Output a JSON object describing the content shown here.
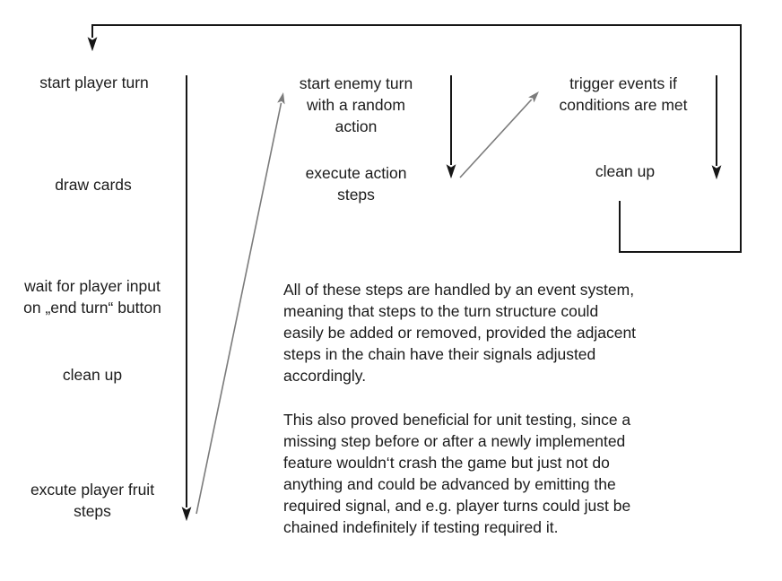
{
  "flow": {
    "left_column": {
      "start_player_turn": "start player turn",
      "draw_cards": "draw cards",
      "wait_for_input": "wait for player input\non „end turn“ button",
      "clean_up": "clean up",
      "execute_fruit_steps": "excute player fruit\nsteps"
    },
    "middle_column": {
      "start_enemy_turn": "start enemy turn\nwith a random\naction",
      "execute_action_steps": "execute action\nsteps"
    },
    "right_column": {
      "trigger_events": "trigger events if\nconditions are met",
      "clean_up": "clean up"
    }
  },
  "notes": {
    "paragraph_event_system": "All of these steps are handled by an event system,\nmeaning that steps to the turn structure could\neasily be added or removed, provided the adjacent\nsteps in the chain have their signals adjusted\naccordingly.",
    "paragraph_unit_testing": "This also proved beneficial for unit testing, since a\nmissing step before or after a newly implemented\nfeature wouldn‘t crash the game but just not do\nanything and could be advanced by emitting the\nrequired signal, and e.g. player turns could just be\nchained indefinitely if testing required it."
  },
  "colors": {
    "text": "#1b1b1b",
    "arrow_black": "#161616",
    "arrow_gray": "#7b7b7b"
  }
}
